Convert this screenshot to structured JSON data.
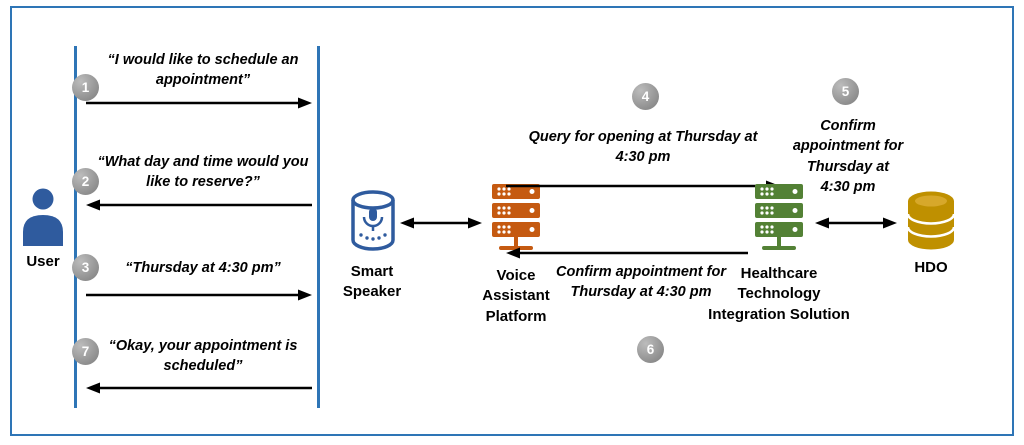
{
  "colors": {
    "frame_border": "#2e75b6",
    "lifeline": "#2e75b6",
    "user_icon": "#2f5b9e",
    "smart_speaker_icon": "#2f5b9e",
    "voice_assistant_icon": "#c55a11",
    "healthcare_icon": "#538135",
    "hdo_icon": "#bf9000",
    "step_circle": "#8c8c8c",
    "arrow": "#000000"
  },
  "actors": {
    "user": "User",
    "smart_speaker": "Smart Speaker",
    "voice_assistant_platform": "Voice Assistant Platform",
    "healthcare_integration": "Healthcare Technology Integration Solution",
    "hdo": "HDO"
  },
  "steps": {
    "s1": {
      "num": "1",
      "text": "“I would like to schedule an appointment”"
    },
    "s2": {
      "num": "2",
      "text": "“What day and time would you like to reserve?”"
    },
    "s3": {
      "num": "3",
      "text": "“Thursday at 4:30 pm”"
    },
    "s4": {
      "num": "4",
      "text": "Query for opening at Thursday at 4:30 pm"
    },
    "s5": {
      "num": "5",
      "text": "Confirm appointment for Thursday at 4:30 pm"
    },
    "s6": {
      "num": "6",
      "text": "Confirm appointment for Thursday at 4:30 pm"
    },
    "s7": {
      "num": "7",
      "text": "“Okay, your appointment is scheduled”"
    }
  }
}
